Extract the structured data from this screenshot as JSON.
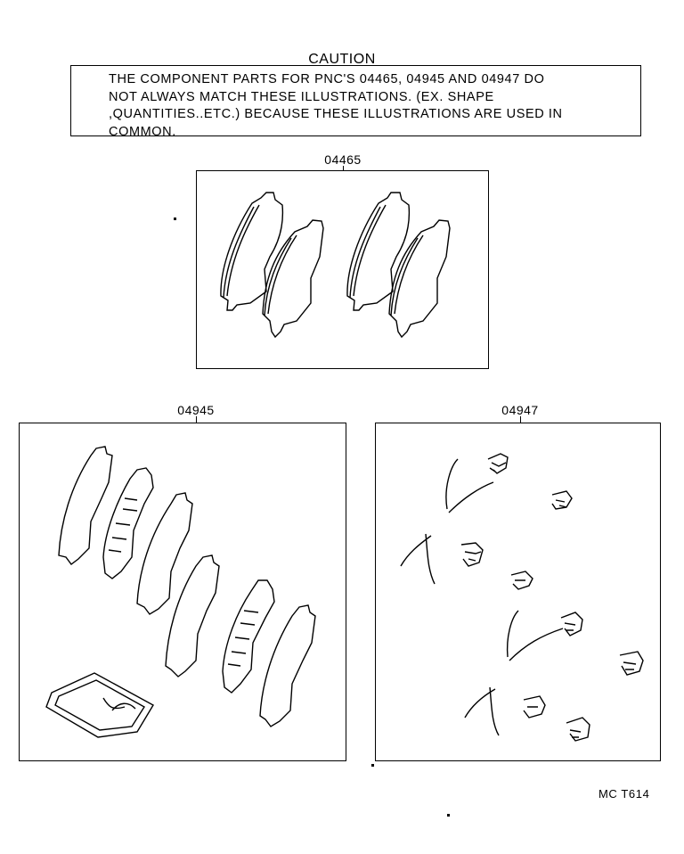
{
  "caution": {
    "title": "CAUTION",
    "lines": [
      "THE COMPONENT PARTS FOR PNC'S 04465, 04945 AND 04947 DO",
      "NOT ALWAYS MATCH THESE ILLUSTRATIONS. (EX. SHAPE",
      ",QUANTITIES..ETC.) BECAUSE THESE ILLUSTRATIONS ARE USED IN",
      "COMMON."
    ]
  },
  "panels": [
    {
      "pnc": "04465",
      "contents": "brake pad set (4 pads)"
    },
    {
      "pnc": "04945",
      "contents": "anti-squeal shim kit and grease packet"
    },
    {
      "pnc": "04947",
      "contents": "pad wear indicators, springs and clips"
    }
  ],
  "drawing_code": "MC  T614"
}
